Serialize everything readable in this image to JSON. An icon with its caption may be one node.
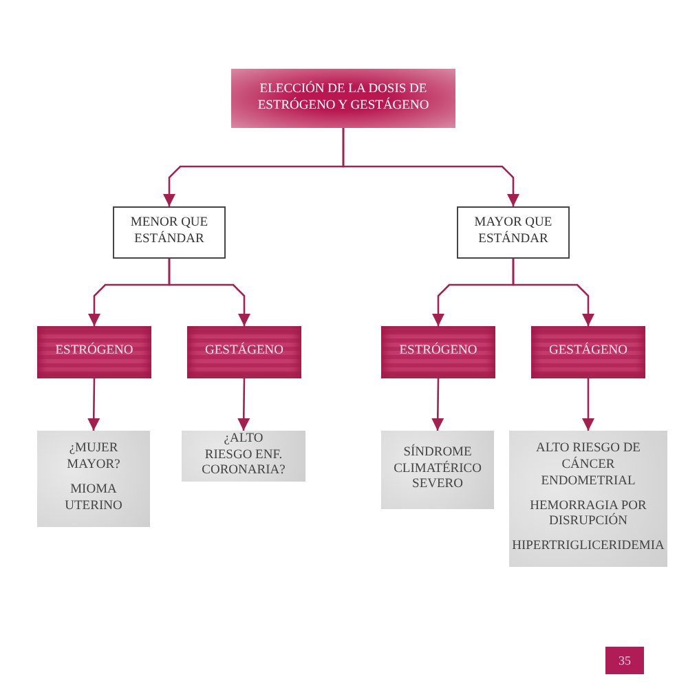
{
  "diagram": {
    "nodes": [
      {
        "text": [
          "ELECCIÓN DE LA DOSIS DE ESTRÓGENO Y GESTÁGENO"
        ]
      },
      {
        "text": [
          "MENOR QUE ESTÁNDAR"
        ]
      },
      {
        "text": [
          "MAYOR QUE ESTÁNDAR"
        ]
      },
      {
        "text": [
          "ESTRÓGENO"
        ]
      },
      {
        "text": [
          "GESTÁGENO"
        ]
      },
      {
        "text": [
          "ESTRÓGENO"
        ]
      },
      {
        "text": [
          "GESTÁGENO"
        ]
      },
      {
        "text": [
          "¿MUJER MAYOR?",
          "MIOMA UTERINO"
        ]
      },
      {
        "text": [
          "¿ALTO RIESGO ENF. CORONARIA?"
        ]
      },
      {
        "text": [
          "SÍNDROME CLIMATÉRICO SEVERO"
        ]
      },
      {
        "text": [
          "ALTO RIESGO DE CÁNCER ENDOMETRIAL",
          "HEMORRAGIA POR DISRUPCIÓN",
          "HIPERTRIGLICERIDEMIA"
        ]
      }
    ],
    "edges": [
      {
        "from": 0,
        "to": 1,
        "arrow": "to"
      },
      {
        "from": 0,
        "to": 2,
        "arrow": "to"
      },
      {
        "from": 1,
        "to": 3,
        "arrow": "to"
      },
      {
        "from": 1,
        "to": 4,
        "arrow": "to"
      },
      {
        "from": 2,
        "to": 5,
        "arrow": "to"
      },
      {
        "from": 2,
        "to": 6,
        "arrow": "to"
      },
      {
        "from": 3,
        "to": 7,
        "arrow": "to"
      },
      {
        "from": 4,
        "to": 8,
        "arrow": "to"
      },
      {
        "from": 5,
        "to": 9,
        "arrow": "to"
      },
      {
        "from": 6,
        "to": 10,
        "arrow": "to"
      }
    ],
    "labels": [
      "35"
    ]
  }
}
